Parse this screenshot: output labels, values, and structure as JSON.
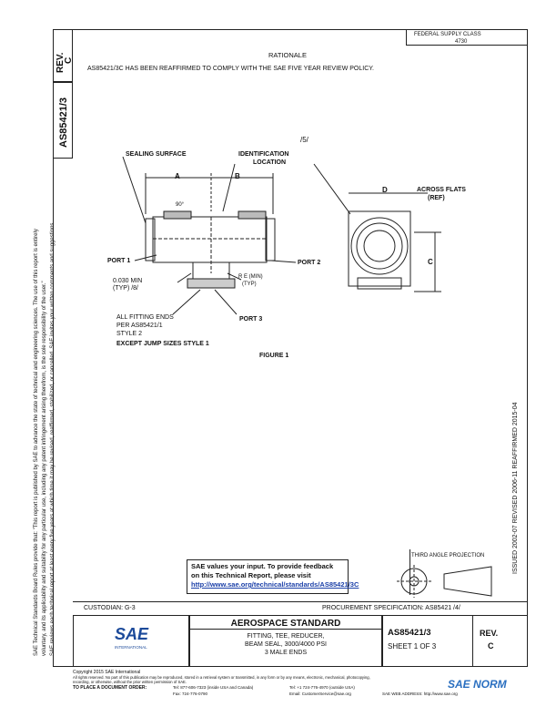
{
  "header": {
    "fsc": "FEDERAL SUPPLY CLASS",
    "fsc_code": "4730",
    "rev_label": "REV.",
    "rev_value": "C",
    "doc_number": "AS85421/3"
  },
  "rationale": {
    "title": "RATIONALE",
    "text": "AS85421/3C HAS BEEN REAFFIRMED TO COMPLY WITH THE SAE FIVE YEAR REVIEW POLICY."
  },
  "figure": {
    "marker": "/5/",
    "sealing_surface": "SEALING SURFACE",
    "identification": "IDENTIFICATION",
    "location": "LOCATION",
    "dim_a": "A",
    "dim_b": "B",
    "dim_d": "D",
    "dim_c": "C",
    "angle": "90°",
    "across_flats": "ACROSS FLATS",
    "ref": "(REF)",
    "port1": "PORT 1",
    "port2": "PORT 2",
    "port3": "PORT 3",
    "min_note_1": "0.030 MIN",
    "min_note_2": "(TYP) /8/",
    "re_min_1": "R E (MIN)",
    "re_min_2": "(TYP)",
    "ends_1": "ALL FITTING ENDS",
    "ends_2": "PER AS85421/1",
    "ends_3": "STYLE 2",
    "ends_4": "EXCEPT JUMP SIZES STYLE 1",
    "caption": "FIGURE 1"
  },
  "side_stamp": "ISSUED 2002-07    REVISED 2006-11    REAFFIRMED 2015-04",
  "feedback": {
    "line1": "SAE values your input. To provide feedback",
    "line2": "on this Technical Report, please visit",
    "link": "http://www.sae.org/technical/standards/AS85421/3C"
  },
  "third_angle": "THIRD ANGLE PROJECTION",
  "custodian": "CUSTODIAN: G-3",
  "procurement": "PROCUREMENT SPECIFICATION: AS85421 /4/",
  "title_block": {
    "logo": "SAE",
    "logo_sub": "INTERNATIONAL",
    "standard": "AEROSPACE STANDARD",
    "desc1": "FITTING, TEE, REDUCER,",
    "desc2": "BEAM SEAL, 3000/4000 PSI",
    "desc3": "3 MALE ENDS",
    "doc": "AS85421/3",
    "sheet": "SHEET 1 OF 3",
    "rev_label": "REV.",
    "rev": "C"
  },
  "left_notice_1": "SAE Technical Standards Board Rules provide that: \"This report is published by SAE to advance the state of technical and engineering sciences. The use of this report is entirely",
  "left_notice_2": "voluntary, and its applicability and suitability for any particular use, including any patent infringement arising therefrom, is the sole responsibility of the user.\"",
  "left_notice_3": "SAE reviews each technical report at least every five years at which time it may be revised, reaffirmed, stabilized, or cancelled. SAE invites your written comments and suggestions.",
  "footer": {
    "copyright": "Copyright 2015 SAE International",
    "rights1": "All rights reserved. No part of this publication may be reproduced, stored in a retrieval system or transmitted, in any form or by any means, electronic, mechanical, photocopying,",
    "rights2": "recording, or otherwise, without the prior written permission of SAE.",
    "order": "TO PLACE A DOCUMENT ORDER:",
    "tel1": "Tel: 877-606-7323 (inside USA and Canada)",
    "fax": "Fax: 724-776-0790",
    "tel2": "Tel: +1 724-776-4970 (outside USA)",
    "email": "Email: CustomerService@sae.org",
    "web": "SAE WEB ADDRESS: http://www.sae.org",
    "watermark": "SAE NORM"
  }
}
